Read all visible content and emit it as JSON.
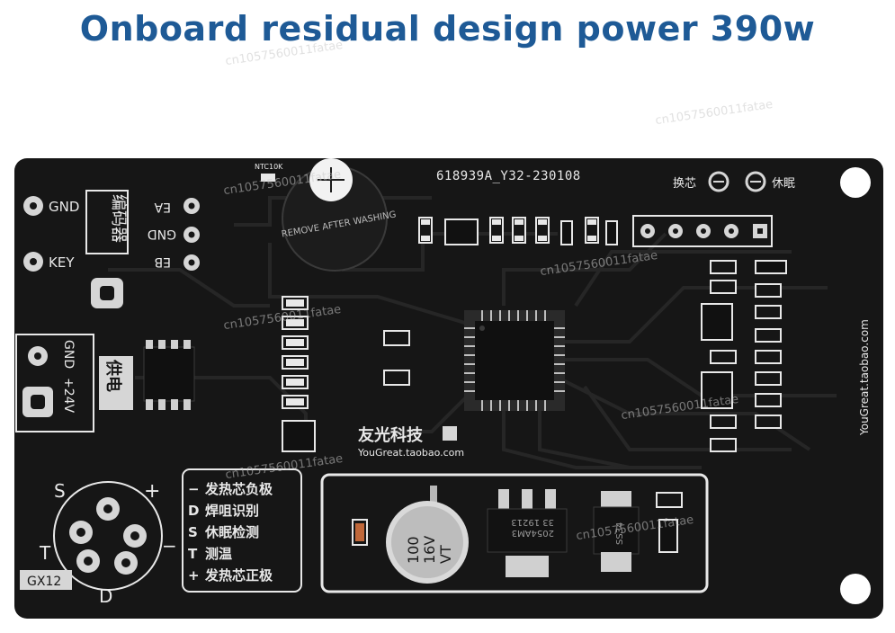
{
  "headline": "Onboard residual design power 390w",
  "watermark": "cn1057560011fatae",
  "board": {
    "part_number": "618939A_Y32-230108",
    "ntc_label": "NTC10K",
    "buzzer_text": "REMOVE AFTER WASHING",
    "left_labels": {
      "gnd": "GND",
      "key": "KEY",
      "encoder": "编码器"
    },
    "encoder_pins": [
      "EA",
      "GND",
      "EB"
    ],
    "power_block": {
      "gnd": "GND",
      "v24": "+24V",
      "label": "供电"
    },
    "top_right": {
      "swap": "换芯",
      "sleep": "休眠"
    },
    "brand_cn": "友光科技",
    "brand_url": "YouGreat.taobao.com",
    "side_url": "YouGreat.taobao.com",
    "connector": {
      "name": "GX12",
      "pins": [
        "S",
        "+",
        "T",
        "−",
        "D"
      ]
    },
    "legend": [
      {
        "key": "−",
        "desc": "发热芯负极"
      },
      {
        "key": "D",
        "desc": "焊咀识别"
      },
      {
        "key": "S",
        "desc": "休眠检测"
      },
      {
        "key": "T",
        "desc": "测温"
      },
      {
        "key": "+",
        "desc": "发热芯正极"
      }
    ],
    "capacitor_text": [
      "100",
      "16V",
      "VT"
    ],
    "regulator_text": [
      "2054AM3",
      "33 19213"
    ],
    "diode_text": "SS34"
  },
  "colors": {
    "title": "#1e5a96",
    "board": "#161616",
    "silkscreen": "#e8e8e8",
    "pad": "#d6d6d6",
    "trace": "#262626"
  }
}
